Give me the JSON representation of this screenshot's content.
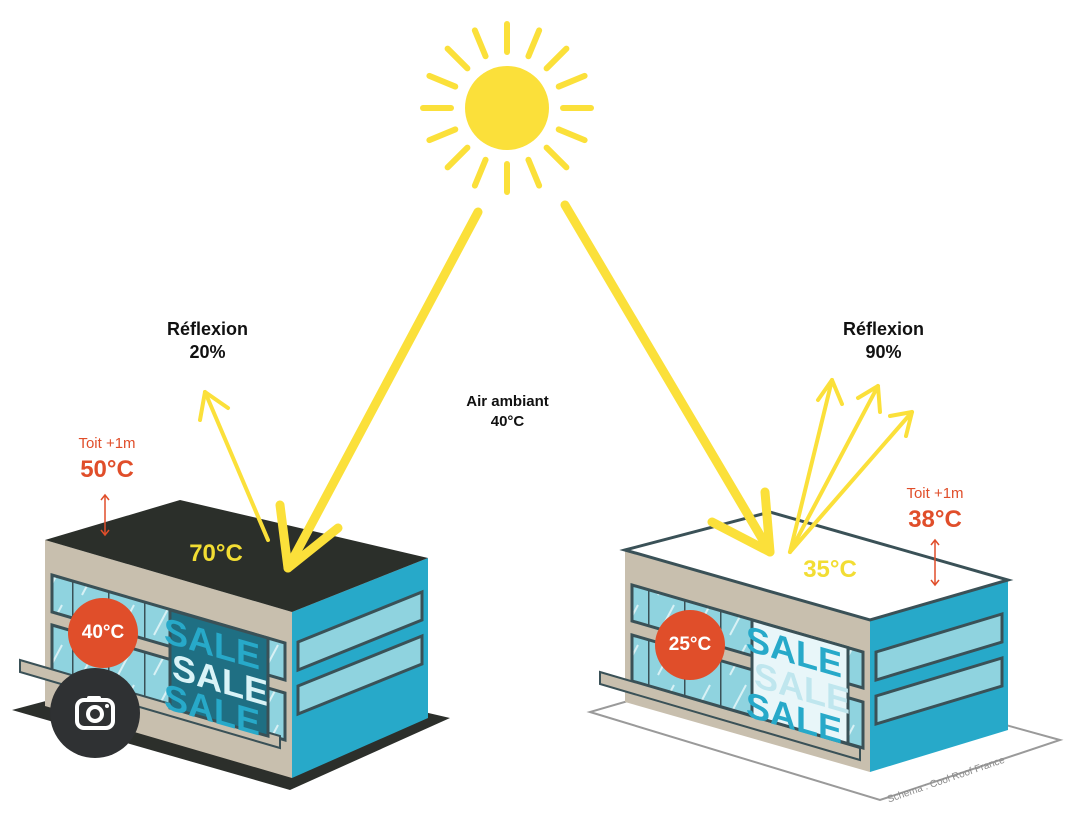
{
  "left": {
    "reflection_title": "Réflexion",
    "reflection_value": "20%",
    "roof_label": "Toit +1m",
    "roof_air_temp": "50°C",
    "roof_surface_temp": "70°C",
    "indoor_temp": "40°C",
    "roof_color": "#2b2f2a"
  },
  "right": {
    "reflection_title": "Réflexion",
    "reflection_value": "90%",
    "roof_label": "Toit +1m",
    "roof_air_temp": "38°C",
    "roof_surface_temp": "35°C",
    "indoor_temp": "25°C",
    "roof_color": "#ffffff"
  },
  "center": {
    "air_title": "Air ambiant",
    "air_value": "40°C"
  },
  "billboard_text": "SALE",
  "credit": "Schema : Cool Roof France",
  "colors": {
    "sun": "#fbe03a",
    "hot": "#e04e2a",
    "facade": "#27a9c9",
    "wall": "#c8bfae",
    "glass": "#8fd3df"
  },
  "icons": {
    "sun": "sun-icon",
    "lens": "google-lens-icon"
  }
}
